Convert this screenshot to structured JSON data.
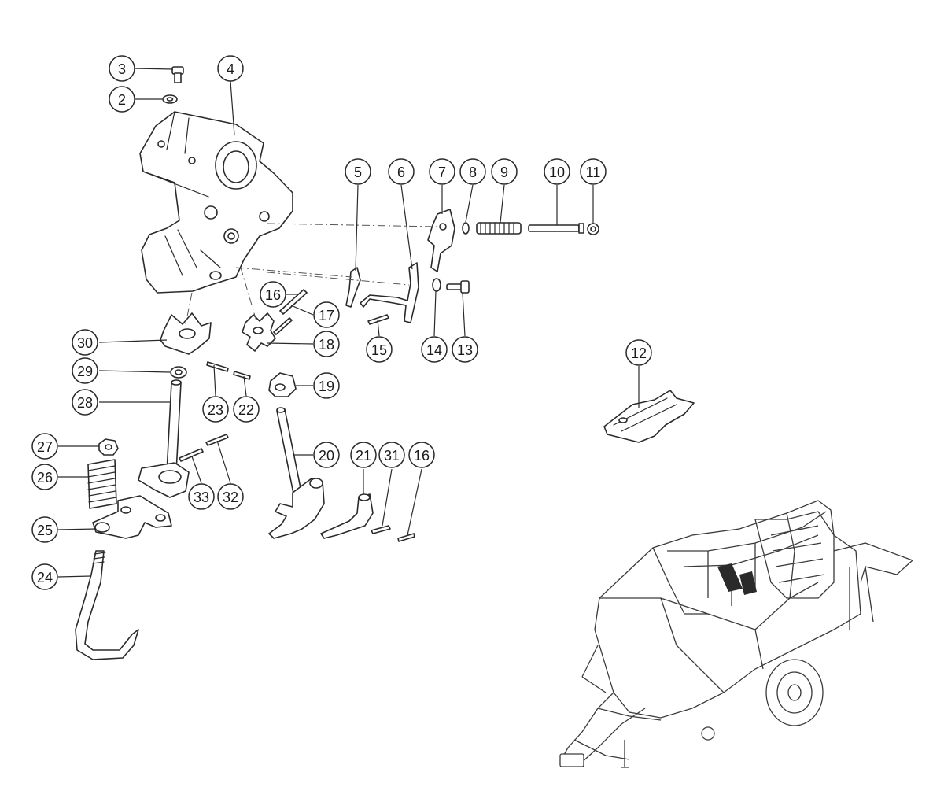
{
  "highlight_color": "#8db53c",
  "callouts": [
    {
      "id": "3",
      "highlighted": false
    },
    {
      "id": "4",
      "highlighted": false
    },
    {
      "id": "2",
      "highlighted": false
    },
    {
      "id": "5",
      "highlighted": true
    },
    {
      "id": "6",
      "highlighted": false
    },
    {
      "id": "7",
      "highlighted": false
    },
    {
      "id": "8",
      "highlighted": false
    },
    {
      "id": "9",
      "highlighted": false
    },
    {
      "id": "10",
      "highlighted": false
    },
    {
      "id": "11",
      "highlighted": false
    },
    {
      "id": "16",
      "highlighted": false
    },
    {
      "id": "17",
      "highlighted": false
    },
    {
      "id": "30",
      "highlighted": false
    },
    {
      "id": "18",
      "highlighted": false
    },
    {
      "id": "15",
      "highlighted": false
    },
    {
      "id": "14",
      "highlighted": false
    },
    {
      "id": "13",
      "highlighted": false
    },
    {
      "id": "12",
      "highlighted": false
    },
    {
      "id": "29",
      "highlighted": false
    },
    {
      "id": "19",
      "highlighted": false
    },
    {
      "id": "28",
      "highlighted": false
    },
    {
      "id": "23",
      "highlighted": false
    },
    {
      "id": "22",
      "highlighted": false
    },
    {
      "id": "27",
      "highlighted": false
    },
    {
      "id": "20",
      "highlighted": false
    },
    {
      "id": "21",
      "highlighted": false
    },
    {
      "id": "31",
      "highlighted": false
    },
    {
      "id": "16",
      "highlighted": false
    },
    {
      "id": "26",
      "highlighted": false
    },
    {
      "id": "33",
      "highlighted": false
    },
    {
      "id": "32",
      "highlighted": false
    },
    {
      "id": "25",
      "highlighted": false
    },
    {
      "id": "24",
      "highlighted": false
    }
  ],
  "icons": {
    "baler": "square-baler-machine",
    "logo": "baler-brand-logo"
  }
}
